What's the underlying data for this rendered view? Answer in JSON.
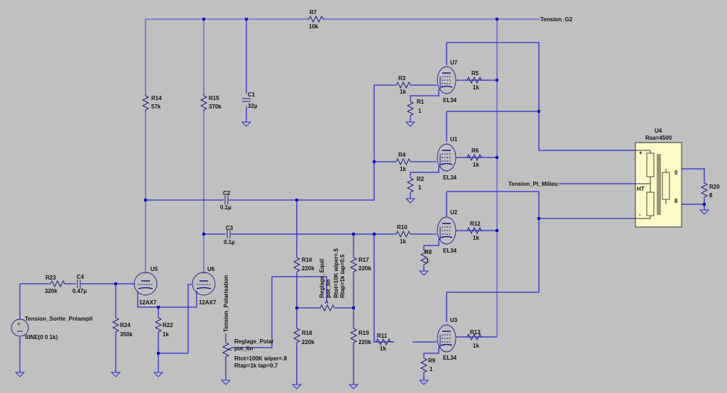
{
  "schematic": {
    "nets": {
      "g2": "Tension_G2",
      "mid": "Tension_Pt_Milieu",
      "bias": "Tension_Polarisation"
    },
    "resistors": {
      "R7": {
        "name": "R7",
        "value": "10k"
      },
      "R14": {
        "name": "R14",
        "value": "57k"
      },
      "R15": {
        "name": "R15",
        "value": "370k"
      },
      "R3": {
        "name": "R3",
        "value": "1k"
      },
      "R1": {
        "name": "R1",
        "value": "1"
      },
      "R5": {
        "name": "R5",
        "value": "1k"
      },
      "R4": {
        "name": "R4",
        "value": "1k"
      },
      "R2": {
        "name": "R2",
        "value": "1"
      },
      "R6": {
        "name": "R6",
        "value": "1k"
      },
      "R10": {
        "name": "R10",
        "value": "1k"
      },
      "R8": {
        "name": "R8",
        "value": "1"
      },
      "R12": {
        "name": "R12",
        "value": "1k"
      },
      "R11": {
        "name": "R11",
        "value": "1k"
      },
      "R9": {
        "name": "R9",
        "value": "1"
      },
      "R13": {
        "name": "R13",
        "value": "1k"
      },
      "R16": {
        "name": "R16",
        "value": "220k"
      },
      "R17": {
        "name": "R17",
        "value": "220k"
      },
      "R18": {
        "name": "R18",
        "value": "220k"
      },
      "R19": {
        "name": "R19",
        "value": "220k"
      },
      "R22": {
        "name": "R22",
        "value": "1k"
      },
      "R23": {
        "name": "R23",
        "value": "320k"
      },
      "R24": {
        "name": "R24",
        "value": "350k"
      },
      "R20": {
        "name": "R20",
        "value": "8"
      }
    },
    "capacitors": {
      "C1": {
        "name": "C1",
        "value": "32µ"
      },
      "C2": {
        "name": "C2",
        "value": "0.1µ"
      },
      "C3": {
        "name": "C3",
        "value": "0.1µ"
      },
      "C4": {
        "name": "C4",
        "value": "0.47µ"
      }
    },
    "tubes": {
      "U7": {
        "name": "U7",
        "model": "EL34"
      },
      "U1": {
        "name": "U1",
        "model": "EL34"
      },
      "U2": {
        "name": "U2",
        "model": "EL34"
      },
      "U3": {
        "name": "U3",
        "model": "EL34"
      },
      "U5": {
        "name": "U5",
        "model": "12AX7"
      },
      "U6": {
        "name": "U6",
        "model": "12AX7"
      }
    },
    "transformer": {
      "name": "U4",
      "param": "Raa=4500",
      "pin_plus": "+",
      "pin_ht": "HT",
      "pin_minus": "-",
      "pin_0": "0",
      "pin_8": "8"
    },
    "source": {
      "name": "Tension_Sortie_Préampli",
      "value": "SINE(0 0 1k)"
    },
    "pot_polar": {
      "name": "Reglage_Polar",
      "model": "pot_lin",
      "param1": "Rtot=100K wiper=.8",
      "param2": "Rtap=1k tap=0.7"
    },
    "pot_equil": {
      "name": "Reglage_Equil",
      "model": "pot_lin",
      "param1": "Rtot=10K wiper=.5",
      "param2": "Rtap=1k tap=0.5"
    }
  }
}
